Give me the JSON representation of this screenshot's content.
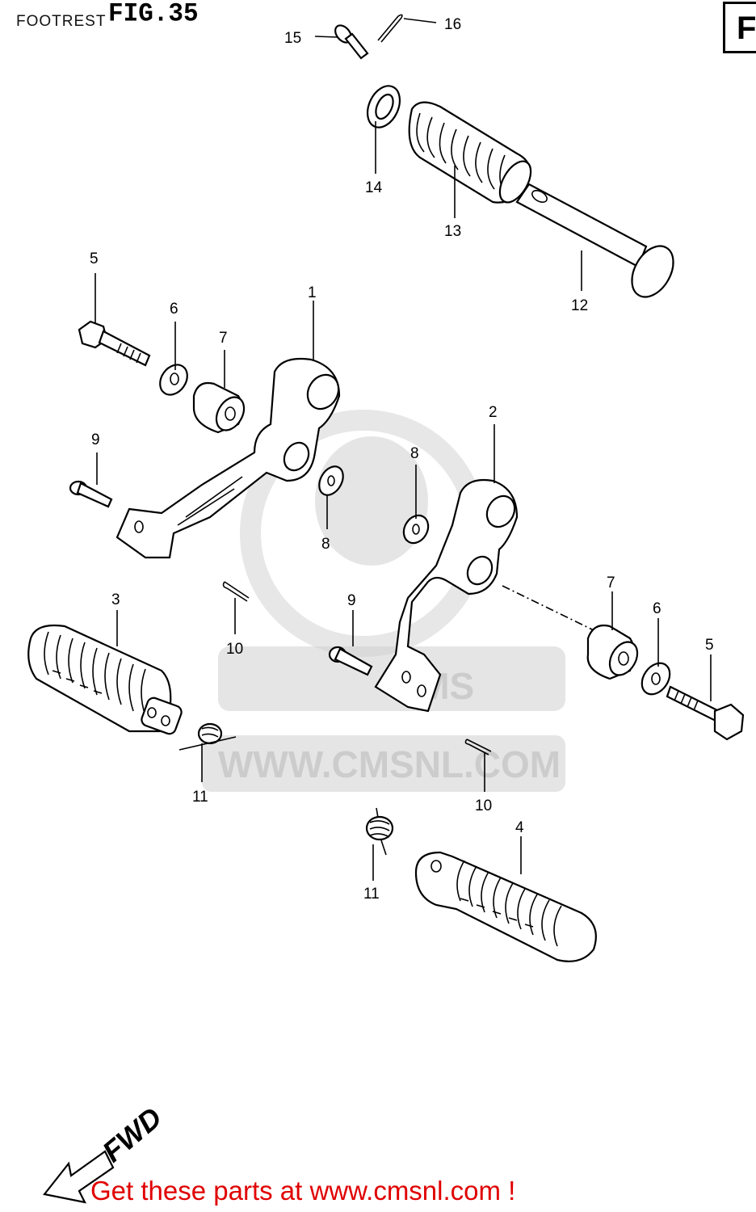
{
  "header": {
    "caption": "FOOTREST",
    "figure_number": "FIG.35",
    "corner_letter": "F"
  },
  "watermark": {
    "brand": "CMS",
    "url": "WWW.CMSNL.COM"
  },
  "direction_marker": "FWD",
  "callouts": [
    "15",
    "16",
    "14",
    "13",
    "12",
    "5",
    "6",
    "7",
    "1",
    "9",
    "8",
    "2",
    "8",
    "3",
    "10",
    "9",
    "7",
    "6",
    "5",
    "11",
    "10",
    "4",
    "11"
  ],
  "footer": {
    "text": "Get these parts at www.cmsnl.com !"
  },
  "colors": {
    "footer_text": "#e00000",
    "line_art": "#000000",
    "watermark": "#bdbdbd"
  }
}
